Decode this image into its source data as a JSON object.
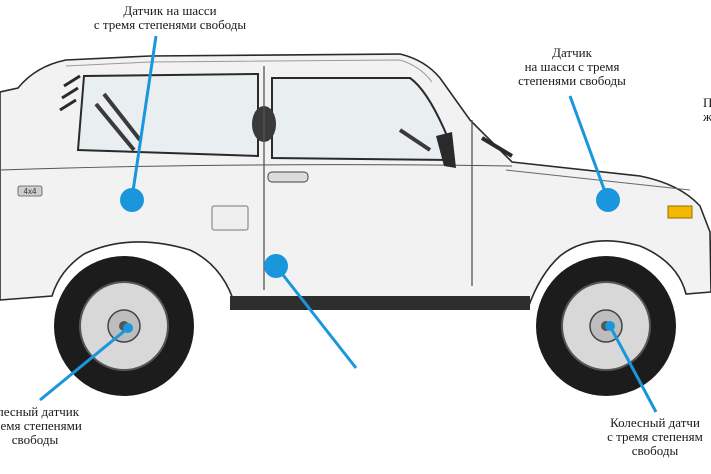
{
  "labels": {
    "chassis_top": [
      "Датчик на шасси",
      "с тремя степенями свободы"
    ],
    "chassis_front": [
      "Датчик",
      "на шасси с тремя",
      "степенями свободы"
    ],
    "wheel_rear": [
      "олесный датчик",
      "тремя степенями",
      "свободы"
    ],
    "wheel_front": [
      "Колесный датчи",
      "с тремя степеням",
      "свободы"
    ],
    "right_clip": [
      "П",
      "ж"
    ]
  },
  "badge_text": "4x4",
  "colors": {
    "marker": "#1a96dc",
    "body": "#f2f2f2",
    "outline": "#2a2a2a",
    "tire": "#1c1c1c",
    "indicator": "#f5b800"
  }
}
